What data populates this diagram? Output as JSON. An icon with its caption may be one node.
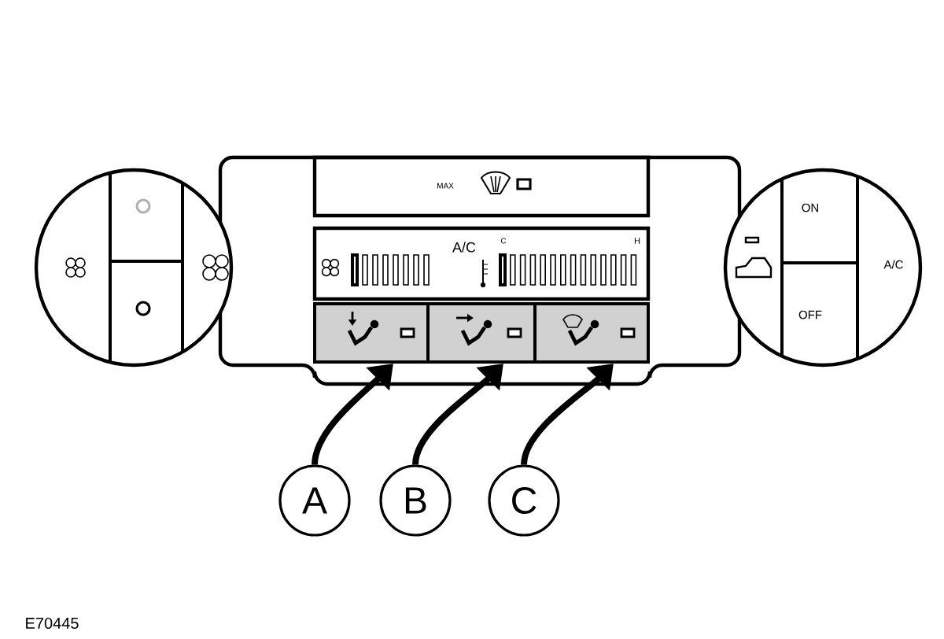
{
  "diagram": {
    "nodes": [
      {
        "text": [],
        "shape": "box"
      },
      {
        "text": [],
        "shape": "box"
      },
      {
        "text": [],
        "shape": "box"
      },
      {
        "text": [
          "A"
        ]
      },
      {
        "text": [
          "B"
        ]
      },
      {
        "text": [
          "C"
        ]
      }
    ],
    "edges": [
      {
        "from": 3,
        "to": 0,
        "arrow": "to"
      },
      {
        "from": 4,
        "to": 1,
        "arrow": "to"
      },
      {
        "from": 5,
        "to": 2,
        "arrow": "to"
      }
    ],
    "labels": [
      "MAX",
      "ON",
      "C",
      "H",
      "A/C",
      "A/C",
      "OFF",
      "E70445"
    ]
  }
}
